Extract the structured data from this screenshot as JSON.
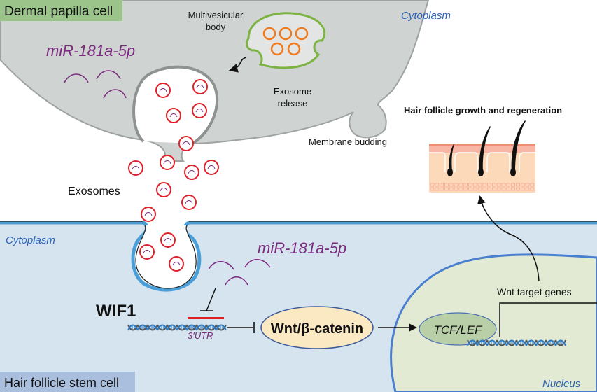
{
  "labels": {
    "dermal_papilla_cell": "Dermal papilla cell",
    "hair_follicle_stem_cell": "Hair follicle stem cell",
    "cytoplasm_top": "Cytoplasm",
    "cytoplasm_bottom": "Cytoplasm",
    "nucleus": "Nucleus",
    "multivesicular_body_line1": "Multivesicular",
    "multivesicular_body_line2": "body",
    "exosome_release_line1": "Exosome",
    "exosome_release_line2": "release",
    "membrane_budding": "Membrane budding",
    "exosomes": "Exosomes",
    "mirna_top": "miR-181a-5p",
    "mirna_bottom": "miR-181a-5p",
    "wif1": "WIF1",
    "utr": "3'UTR",
    "wnt_beta_catenin": "Wnt/β-catenin",
    "tcf_lef": "TCF/LEF",
    "wnt_target_genes": "Wnt target genes",
    "hair_growth_title": "Hair follicle growth and regeneration"
  },
  "colors": {
    "dermal_cell_fill": "#cfd3d2",
    "dermal_label_bg": "#9bc48a",
    "stem_cell_fill": "#d5e4ef",
    "stem_label_bg": "#a9bfdd",
    "membrane_blue": "#4a9fd8",
    "nucleus_fill": "#e2ead3",
    "mirna_purple": "#7b2a7e",
    "cytoplasm_text": "#2a62b8",
    "exosome_red": "#e0202a",
    "mvb_green": "#7cb342",
    "mvb_vesicle_orange": "#f07a1e",
    "wnt_ellipse_fill": "#fbe9c4",
    "tcf_ellipse_fill": "#b9cfa8",
    "inhibition_red": "#e02020"
  }
}
